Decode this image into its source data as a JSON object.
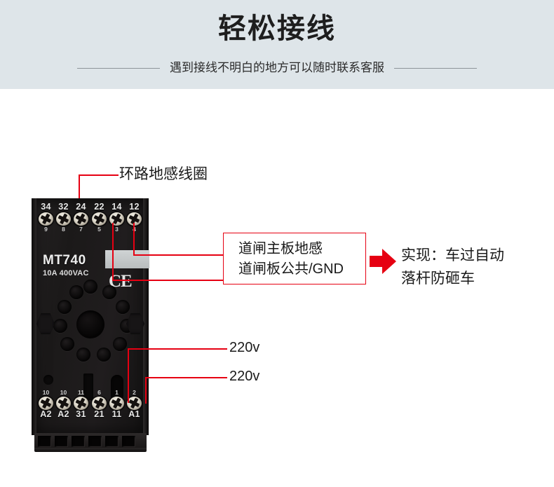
{
  "header": {
    "title": "轻松接线",
    "subtitle": "遇到接线不明白的地方可以随时联系客服",
    "background_color": "#dee5e9"
  },
  "accent_color": "#e60012",
  "device": {
    "model": "MT740",
    "rating": "10A 400VAC",
    "ce_mark": "CE",
    "top_terminals": [
      {
        "label": "34",
        "pin": "9"
      },
      {
        "label": "32",
        "pin": "8"
      },
      {
        "label": "24",
        "pin": "7"
      },
      {
        "label": "22",
        "pin": "5"
      },
      {
        "label": "14",
        "pin": "3"
      },
      {
        "label": "12",
        "pin": "4"
      }
    ],
    "bottom_terminals": [
      {
        "label": "A2",
        "pin": "10"
      },
      {
        "label": "A2",
        "pin": "10"
      },
      {
        "label": "31",
        "pin": "11"
      },
      {
        "label": "21",
        "pin": "6"
      },
      {
        "label": "11",
        "pin": "1"
      },
      {
        "label": "A1",
        "pin": "2"
      }
    ]
  },
  "annotations": {
    "loop_coil": "环路地感线圈",
    "board_box_line1": "道闸主板地感",
    "board_box_line2": "道闸板公共/GND",
    "result_line1": "实现：车过自动",
    "result_line2": "落杆防砸车",
    "power_label_1": "220v",
    "power_label_2": "220v"
  }
}
